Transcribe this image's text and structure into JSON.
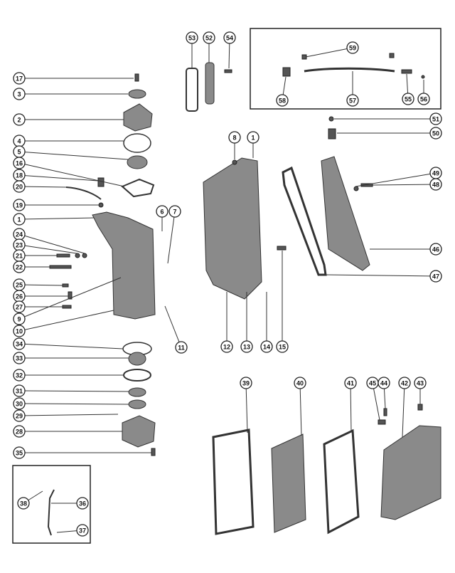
{
  "diagram": {
    "title": "Cylinder block, crankcase and exhaust cover parts breakdown",
    "callouts": [
      "17",
      "3",
      "2",
      "4",
      "5",
      "16",
      "18",
      "20",
      "19",
      "1",
      "24",
      "23",
      "21",
      "22",
      "25",
      "26",
      "27",
      "9",
      "10",
      "34",
      "33",
      "32",
      "31",
      "30",
      "29",
      "28",
      "35",
      "6",
      "7",
      "11",
      "53",
      "52",
      "54",
      "59",
      "58",
      "57",
      "55",
      "56",
      "51",
      "50",
      "49",
      "48",
      "46",
      "47",
      "8",
      "1",
      "12",
      "13",
      "14",
      "15",
      "39",
      "40",
      "41",
      "45",
      "44",
      "42",
      "43",
      "38",
      "36",
      "37"
    ]
  }
}
